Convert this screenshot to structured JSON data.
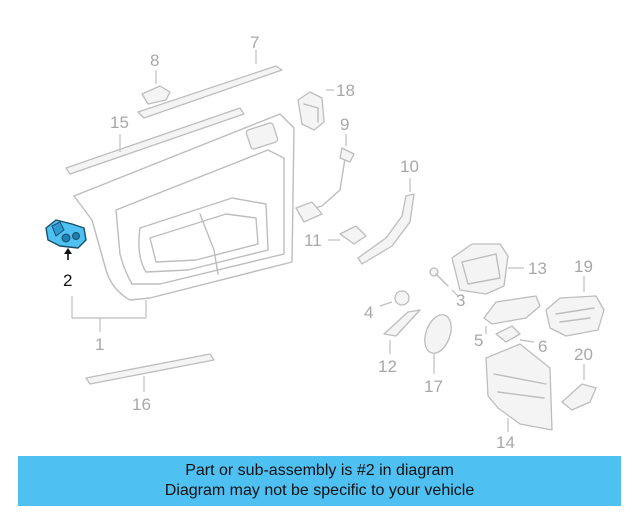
{
  "diagram": {
    "highlighted_part": "2",
    "highlight_color": "#4fc0f2",
    "callouts": [
      "1",
      "2",
      "3",
      "4",
      "5",
      "6",
      "7",
      "8",
      "9",
      "10",
      "11",
      "12",
      "13",
      "14",
      "15",
      "16",
      "17",
      "18",
      "19",
      "20"
    ]
  },
  "banner": {
    "line1": "Part or sub-assembly is #2 in diagram",
    "line2": "Diagram may not be specific to your vehicle",
    "background": "#4fc0f2"
  }
}
